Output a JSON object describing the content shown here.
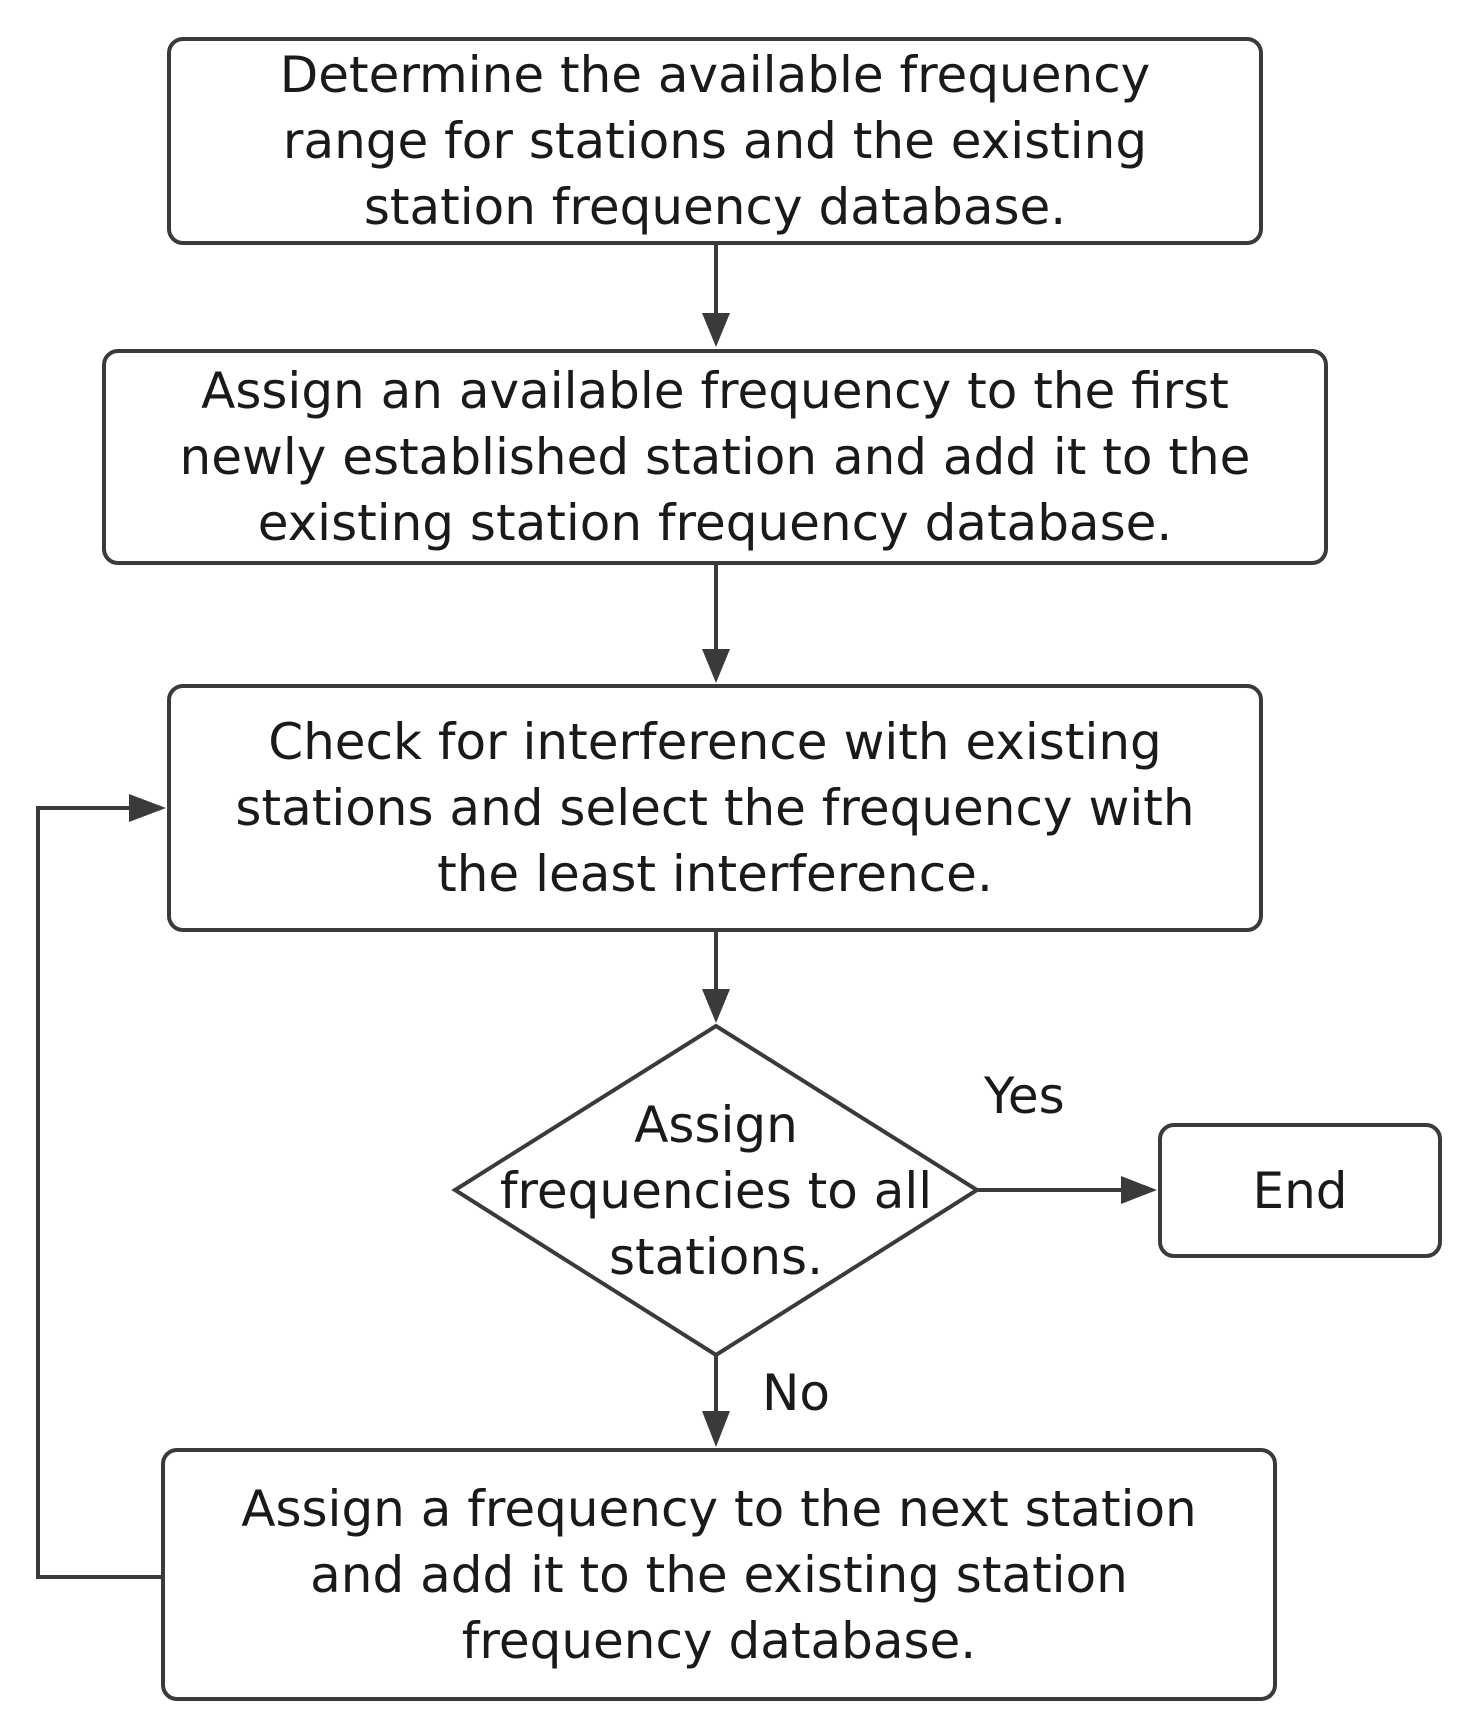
{
  "diagram": {
    "nodes": {
      "determine_range": {
        "shape": "rounded-rectangle",
        "text": "Determine the available frequency\nrange for stations and the existing\nstation frequency database."
      },
      "assign_first": {
        "shape": "rounded-rectangle",
        "text": "Assign an available frequency to the first\nnewly established station and add it to the\nexisting station frequency database."
      },
      "check_interference": {
        "shape": "rounded-rectangle",
        "text": "Check for interference with existing\nstations and select the frequency with\nthe least interference."
      },
      "all_assigned": {
        "shape": "diamond",
        "text": "Assign\nfrequencies to all\nstations."
      },
      "end": {
        "shape": "rounded-rectangle",
        "text": "End"
      },
      "assign_next": {
        "shape": "rounded-rectangle",
        "text": "Assign a frequency to the next station\nand add it to the existing station\nfrequency database."
      }
    },
    "edges": [
      {
        "from": "determine_range",
        "to": "assign_first",
        "label": ""
      },
      {
        "from": "assign_first",
        "to": "check_interference",
        "label": ""
      },
      {
        "from": "check_interference",
        "to": "all_assigned",
        "label": ""
      },
      {
        "from": "all_assigned",
        "to": "end",
        "label": "Yes"
      },
      {
        "from": "all_assigned",
        "to": "assign_next",
        "label": "No"
      },
      {
        "from": "assign_next",
        "to": "check_interference",
        "label": ""
      }
    ],
    "colors": {
      "stroke": "#3a3a3a",
      "fill": "#ffffff",
      "text": "#1a1a1a"
    }
  }
}
